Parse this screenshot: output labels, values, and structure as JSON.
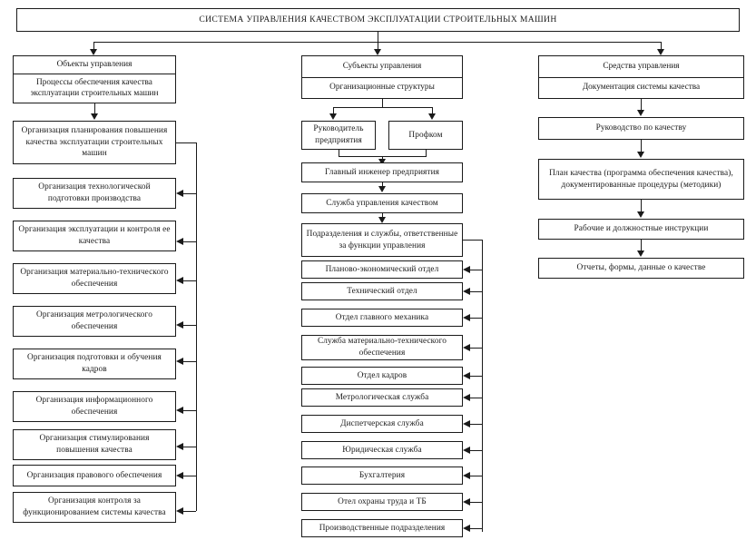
{
  "diagram": {
    "title": "СИСТЕМА УПРАВЛЕНИЯ КАЧЕСТВОМ ЭКСПЛУАТАЦИИ СТРОИТЕЛЬНЫХ МАШИН",
    "accent_color": "#1a1a1a",
    "background_color": "#ffffff"
  },
  "columns": {
    "left": {
      "header": "Объекты управления",
      "subheader": "Процессы обеспечения качества эксплуатации строительных машин",
      "root": "Организация планирования повышения качества эксплуатации строительных машин",
      "items": [
        "Организация технологической подготовки производства",
        "Организация эксплуатации и контроля ее качества",
        "Организация материально-технического обеспечения",
        "Организация метрологического обеспечения",
        "Организация подготовки и обучения кадров",
        "Организация информационного обеспечения",
        "Организация стимулирования повышения качества",
        "Организация правового обеспечения",
        "Организация контроля за функционированием системы качества"
      ]
    },
    "middle": {
      "header": "Субъекты управления",
      "subheader": "Организационные структуры",
      "pair": [
        "Руководитель предприятия",
        "Профком"
      ],
      "chain": [
        "Главный инженер предприятия",
        "Служба управления качеством",
        "Подразделения и службы, ответственные за функции управления"
      ],
      "items": [
        "Планово-экономический отдел",
        "Технический отдел",
        "Отдел главного механика",
        "Служба материально-технического обеспечения",
        "Отдел кадров",
        "Метрологическая служба",
        "Диспетчерская служба",
        "Юридическая служба",
        "Бухгалтерия",
        "Отел охраны труда и ТБ",
        "Производственные подразделения"
      ]
    },
    "right": {
      "header": "Средства управления",
      "subheader": "Документация системы качества",
      "items": [
        "Руководство по качеству",
        "План качества (программа обеспечения качества), документированные процедуры (методики)",
        "Рабочие и должностные инструкции",
        "Отчеты, формы, данные о качестве"
      ]
    }
  }
}
